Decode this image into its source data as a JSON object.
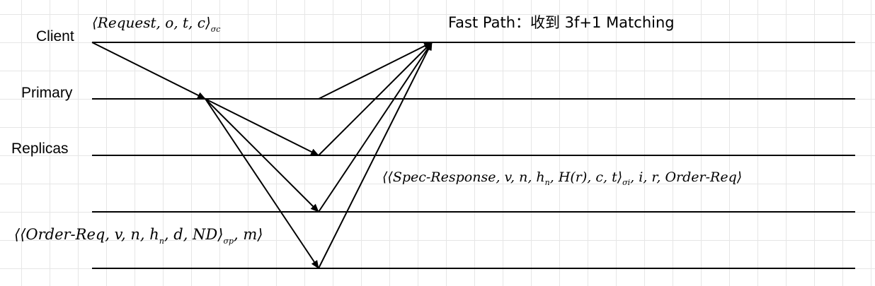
{
  "roles": {
    "client": "Client",
    "primary": "Primary",
    "replicas": "Replicas"
  },
  "fast_path_title": "Fast Path：收到 3f+1 Matching",
  "client_request": {
    "main": "⟨Request, o, t, c⟩",
    "sub": "σc"
  },
  "spec_response": {
    "part1": "⟨⟨Spec-Response, v, n, h",
    "sub_n": "n",
    "part2": ", H(r), c, t⟩",
    "sub_sigma": "σi",
    "part3": ", i, r, Order-Req⟩"
  },
  "order_req": {
    "part1": "⟨⟨Order-Req, v, n, h",
    "sub_n": "n",
    "part2": ", d, ND⟩",
    "sub_sigma": "σp",
    "part3": ", m⟩"
  },
  "colors": {
    "line": "#000000",
    "grid": "#e6e6e6"
  }
}
